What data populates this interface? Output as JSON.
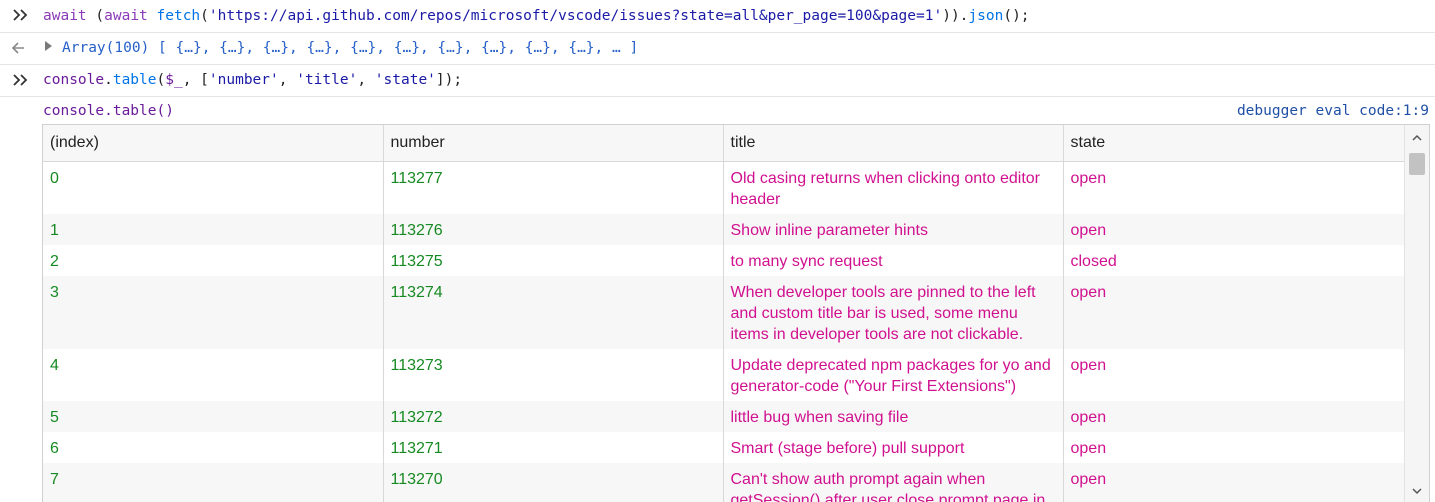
{
  "console": {
    "input1": {
      "await1": "await",
      "await2": "await",
      "fetch": "fetch",
      "url": "'https://api.github.com/repos/microsoft/vscode/issues?state=all&per_page=100&page=1'",
      "json": "json"
    },
    "output1": {
      "array_label": "Array(100)",
      "items_text": "[ {…}, {…}, {…}, {…}, {…}, {…}, {…}, {…}, {…}, {…}, … ]"
    },
    "input2": {
      "console": "console",
      "table": "table",
      "arg1": "$_",
      "s1": "'number'",
      "s2": "'title'",
      "s3": "'state'"
    },
    "table_label": "console.table()",
    "location": "debugger eval code:1:9"
  },
  "table": {
    "headers": [
      "(index)",
      "number",
      "title",
      "state"
    ],
    "rows": [
      {
        "index": "0",
        "number": "113277",
        "title": "Old casing returns when clicking onto editor header",
        "state": "open"
      },
      {
        "index": "1",
        "number": "113276",
        "title": "Show inline parameter hints",
        "state": "open"
      },
      {
        "index": "2",
        "number": "113275",
        "title": "to many sync request",
        "state": "closed"
      },
      {
        "index": "3",
        "number": "113274",
        "title": "When developer tools are pinned to the left and custom title bar is used, some menu items in developer tools are not clickable.",
        "state": "open"
      },
      {
        "index": "4",
        "number": "113273",
        "title": "Update deprecated npm packages for yo and generator-code (\"Your First Extensions\")",
        "state": "open"
      },
      {
        "index": "5",
        "number": "113272",
        "title": "little bug when saving file",
        "state": "open"
      },
      {
        "index": "6",
        "number": "113271",
        "title": "Smart (stage before) pull support",
        "state": "open"
      },
      {
        "index": "7",
        "number": "113270",
        "title": "Can't show auth prompt again when getSession() after user close prompt page in",
        "state": "open"
      }
    ]
  },
  "colors": {
    "keyword": "#8b3ab8",
    "function": "#0074e8",
    "string": "#1a1aa6",
    "index_number": "#168a22",
    "string_value": "#d0108f"
  },
  "icons": [
    "prompt-chevrons-icon",
    "result-arrow-icon",
    "expand-triangle-icon",
    "scroll-up-icon",
    "scroll-down-icon"
  ]
}
